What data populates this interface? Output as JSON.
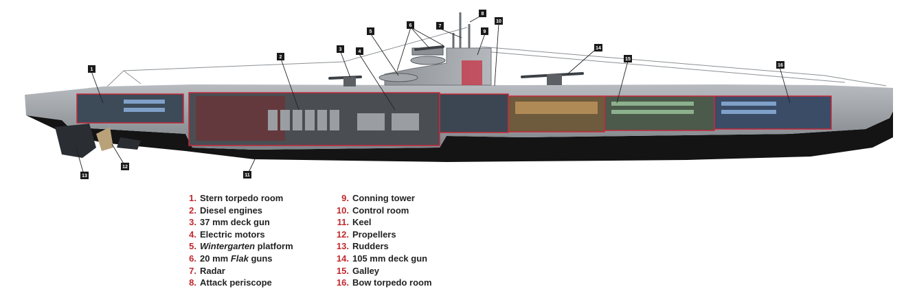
{
  "legend": {
    "items": [
      {
        "num": "1.",
        "label": "Stern torpedo room"
      },
      {
        "num": "2.",
        "label": "Diesel engines"
      },
      {
        "num": "3.",
        "label": "37 mm deck gun"
      },
      {
        "num": "4.",
        "label": "Electric motors"
      },
      {
        "num": "5.",
        "label_italic": "Wintergarten",
        "label_rest": " platform"
      },
      {
        "num": "6.",
        "label_pre": "20 mm ",
        "label_italic": "Flak",
        "label_rest": " guns"
      },
      {
        "num": "7.",
        "label": "Radar"
      },
      {
        "num": "8.",
        "label": "Attack periscope"
      },
      {
        "num": "9.",
        "label": "Conning tower"
      },
      {
        "num": "10.",
        "label": "Control room"
      },
      {
        "num": "11.",
        "label": "Keel"
      },
      {
        "num": "12.",
        "label": "Propellers"
      },
      {
        "num": "13.",
        "label": "Rudders"
      },
      {
        "num": "14.",
        "label": "105 mm deck gun"
      },
      {
        "num": "15.",
        "label": "Galley"
      },
      {
        "num": "16.",
        "label": "Bow torpedo room"
      }
    ]
  },
  "callouts": {
    "c1": "1",
    "c2": "2",
    "c3": "3",
    "c4": "4",
    "c5": "5",
    "c6": "6",
    "c7": "7",
    "c8": "8",
    "c9": "9",
    "c10": "10",
    "c11": "11",
    "c12": "12",
    "c13": "13",
    "c14": "14",
    "c15": "15",
    "c16": "16"
  },
  "colors": {
    "hull_upper": "#9a9ea3",
    "hull_lower": "#141414",
    "interior_red": "#c9283a",
    "callout_box": "#1a1a1a",
    "legend_number": "#c0272d"
  }
}
